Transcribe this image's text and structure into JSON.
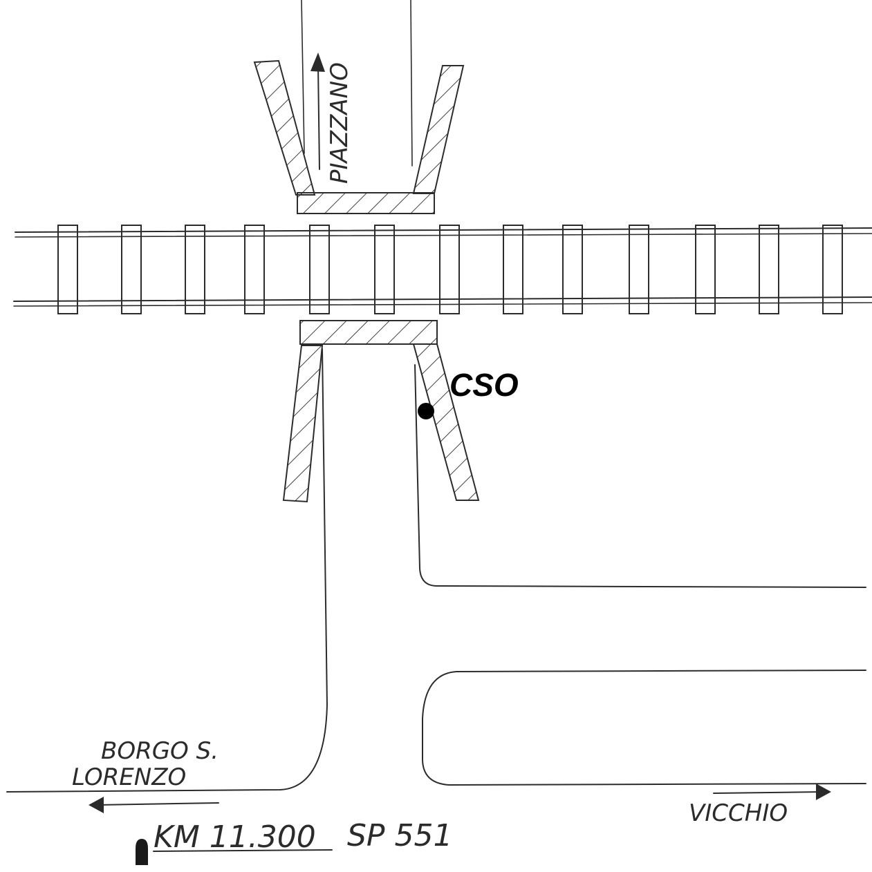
{
  "labels": {
    "piazzano": "PIAZZANO",
    "cso": "CSO",
    "borgo_line1": "BORGO S.",
    "borgo_line2": "LORENZO",
    "vicchio": "VICCHIO",
    "km": "KM 11.300",
    "sp": "SP 551"
  },
  "colors": {
    "ink": "#2b2b2b",
    "marker": "#000000"
  }
}
